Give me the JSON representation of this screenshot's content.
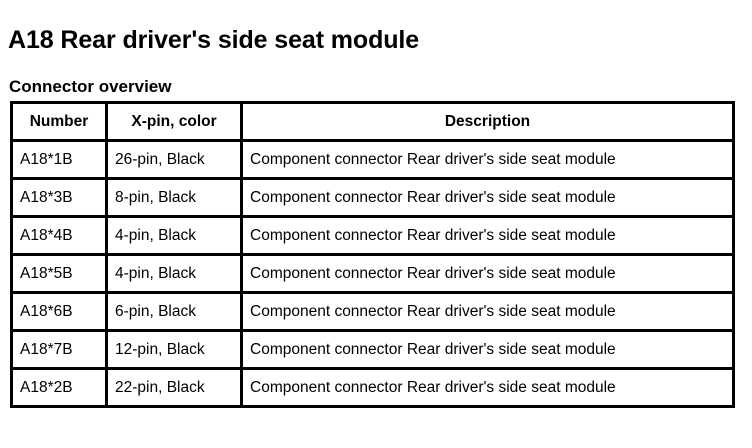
{
  "document": {
    "title": "A18 Rear driver's side seat module",
    "section_title": "Connector overview"
  },
  "table": {
    "columns": [
      {
        "key": "number",
        "label": "Number"
      },
      {
        "key": "xpin",
        "label": "X-pin, color"
      },
      {
        "key": "description",
        "label": "Description"
      }
    ],
    "rows": [
      {
        "number": "A18*1B",
        "xpin": "26-pin, Black",
        "description": "Component connector Rear driver's side seat module"
      },
      {
        "number": "A18*3B",
        "xpin": "8-pin, Black",
        "description": "Component connector Rear driver's side seat module"
      },
      {
        "number": "A18*4B",
        "xpin": "4-pin, Black",
        "description": "Component connector Rear driver's side seat module"
      },
      {
        "number": "A18*5B",
        "xpin": "4-pin, Black",
        "description": "Component connector Rear driver's side seat module"
      },
      {
        "number": "A18*6B",
        "xpin": "6-pin, Black",
        "description": "Component connector Rear driver's side seat module"
      },
      {
        "number": "A18*7B",
        "xpin": "12-pin, Black",
        "description": "Component connector Rear driver's side seat module"
      },
      {
        "number": "A18*2B",
        "xpin": "22-pin, Black",
        "description": "Component connector Rear driver's side seat module"
      }
    ]
  },
  "colors": {
    "background": "#ffffff",
    "text": "#000000",
    "border": "#000000"
  }
}
